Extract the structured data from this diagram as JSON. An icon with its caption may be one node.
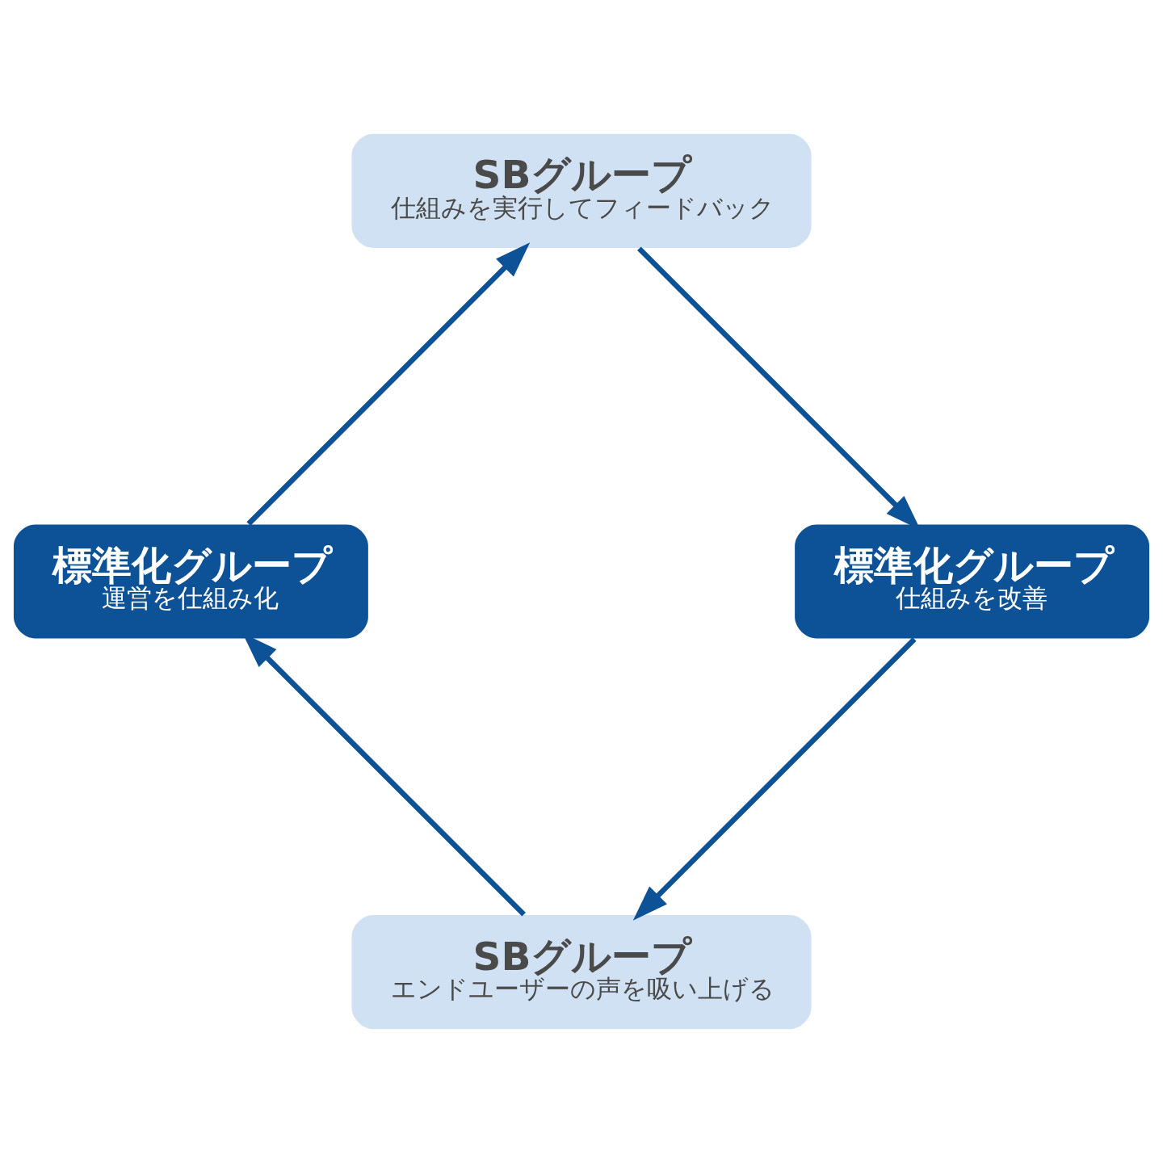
{
  "diagram": {
    "nodes": [
      {
        "text": [
          "SBグループ",
          "エンドユーザーの声を吸い上げる"
        ]
      },
      {
        "text": [
          "標準化グループ",
          "運営を仕組み化"
        ]
      },
      {
        "text": [
          "SBグループ",
          "仕組みを実行してフィードバック"
        ]
      },
      {
        "text": [
          "標準化グループ",
          "仕組みを改善"
        ]
      }
    ],
    "edges": [
      {
        "from": 0,
        "to": 1,
        "arrow": "to"
      },
      {
        "from": 1,
        "to": 2,
        "arrow": "to"
      },
      {
        "from": 2,
        "to": 3,
        "arrow": "to"
      },
      {
        "from": 3,
        "to": 0,
        "arrow": "to"
      }
    ]
  }
}
